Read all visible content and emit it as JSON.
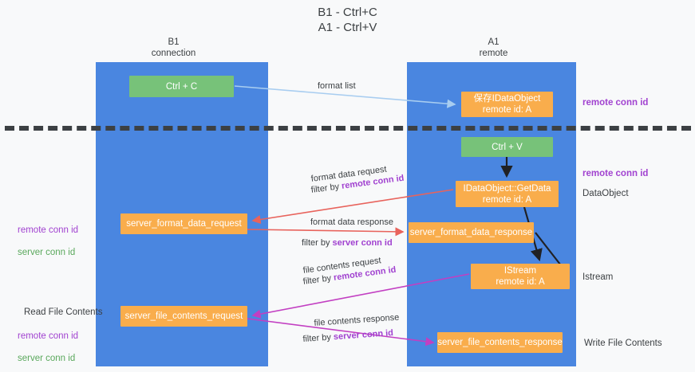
{
  "title": "B1 - Ctrl+C\nA1 - Ctrl+V",
  "columns": {
    "left": {
      "name": "B1",
      "role": "connection",
      "label": "B1\nconnection"
    },
    "right": {
      "name": "A1",
      "role": "remote",
      "label": "A1\nremote"
    }
  },
  "colors": {
    "lane": "#4a86e0",
    "green_box": "#77c279",
    "orange_box": "#f9ad4c",
    "purple_text": "#a142d0",
    "green_text": "#5aa85c",
    "arrow_blue": "#a8cdf0",
    "arrow_red": "#e8635c",
    "arrow_magenta": "#c23fc2",
    "arrow_black": "#202124",
    "divider": "#3c4043",
    "background": "#f8f9fa"
  },
  "boxes": {
    "ctrl_c": "Ctrl + C",
    "save_idataobject": "保存IDataObject\nremote id: A",
    "ctrl_v": "Ctrl + V",
    "getdata": "IDataObject::GetData\nremote id: A",
    "server_format_data_request": "server_format_data_request",
    "server_format_data_response": "server_format_data_response",
    "istream": "IStream\nremote id: A",
    "server_file_contents_request": "server_file_contents_request",
    "server_file_contents_response": "server_file_contents_response"
  },
  "edge_labels": {
    "format_list": "format list",
    "format_data_request": "format data request",
    "format_data_request_filter_prefix": "filter by ",
    "format_data_request_filter_key": "remote conn id",
    "format_data_response": "format data response",
    "format_data_response_filter_prefix": "filter by ",
    "format_data_response_filter_key": "server conn id",
    "file_contents_request": "file contents request",
    "file_contents_request_filter_prefix": "filter by ",
    "file_contents_request_filter_key": "remote conn id",
    "file_contents_response": "file contents response",
    "file_contents_response_filter_prefix": "filter by ",
    "file_contents_response_filter_key": "server conn id"
  },
  "annotations": {
    "right": {
      "remote_conn_id_top": "remote conn id",
      "remote_conn_id_mid": "remote conn id",
      "dataobject": "DataObject",
      "istream": "Istream",
      "write_file_contents": "Write File Contents"
    },
    "left": {
      "remote_conn_id": "remote conn id",
      "server_conn_id": "server conn id",
      "read_file_contents": "Read File Contents",
      "remote_conn_id_2": "remote conn id",
      "server_conn_id_2": "server conn id"
    }
  }
}
